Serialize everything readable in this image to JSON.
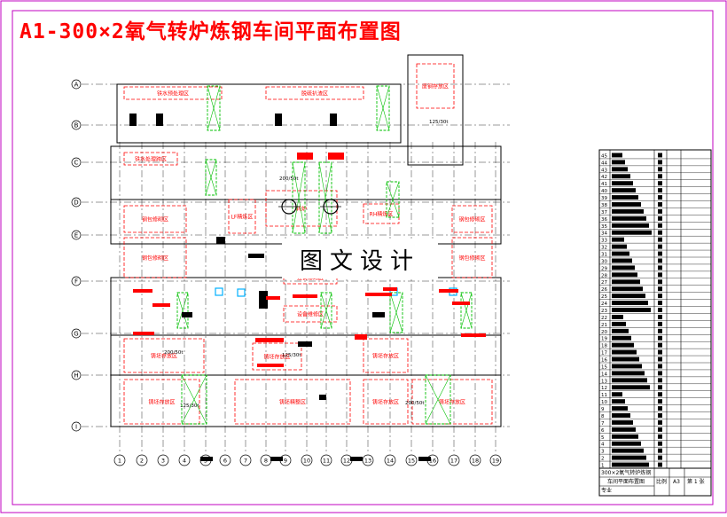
{
  "title": "A1-300×2氧气转炉炼钢车间平面布置图",
  "watermark": "图文设计",
  "axes": {
    "rows": [
      "A",
      "B",
      "C",
      "D",
      "E",
      "F",
      "G",
      "H",
      "I"
    ],
    "columns": [
      "1",
      "2",
      "3",
      "4",
      "5",
      "6",
      "7",
      "8",
      "9",
      "10",
      "11",
      "12",
      "13",
      "14",
      "15",
      "16",
      "17",
      "18",
      "19"
    ]
  },
  "areas": [
    {
      "label": "铁水预处理区"
    },
    {
      "label": "脱硫扒渣区"
    },
    {
      "label": "废钢存放区"
    },
    {
      "label": "铁水处理跨区"
    },
    {
      "label": "转炉"
    },
    {
      "label": "钢包修砌区"
    },
    {
      "label": "钢包修砌区"
    },
    {
      "label": "钢包修砌区"
    },
    {
      "label": "钢包修砌区"
    },
    {
      "label": "LF精炼区"
    },
    {
      "label": "RH精炼区"
    },
    {
      "label": "连铸修砌区"
    },
    {
      "label": "设备维修区"
    },
    {
      "label": "铸坯存放区"
    },
    {
      "label": "铸坯存放区"
    },
    {
      "label": "铸坯存放区"
    },
    {
      "label": "铸坯精整区"
    },
    {
      "label": "铸坯存放区"
    },
    {
      "label": "铸坯存放区"
    },
    {
      "label": "铸坯存放区"
    }
  ],
  "crane_labels": [
    "125/30t",
    "200/50t",
    "200/50t",
    "125/30t",
    "200/50t",
    "125/30t"
  ],
  "title_block": {
    "drawing_name_1": "300×2氧气转炉炼钢",
    "drawing_name_2": "车间平面布置图",
    "scale_label": "比例",
    "scale_value": "A3",
    "sheet_label": "第 1 张",
    "school": "专业"
  },
  "parts_list_numbers": [
    "45",
    "44",
    "43",
    "42",
    "41",
    "40",
    "39",
    "38",
    "37",
    "36",
    "35",
    "34",
    "33",
    "32",
    "31",
    "30",
    "29",
    "28",
    "27",
    "26",
    "25",
    "24",
    "23",
    "22",
    "21",
    "20",
    "19",
    "18",
    "17",
    "16",
    "15",
    "14",
    "13",
    "12",
    "11",
    "10",
    "9",
    "8",
    "7",
    "6",
    "5",
    "4",
    "3",
    "2",
    "1"
  ],
  "colors": {
    "primary": "#ff0000",
    "line": "#000000",
    "equipment": "#00c000",
    "water": "#00b0ff",
    "frame": "#c000c0"
  }
}
